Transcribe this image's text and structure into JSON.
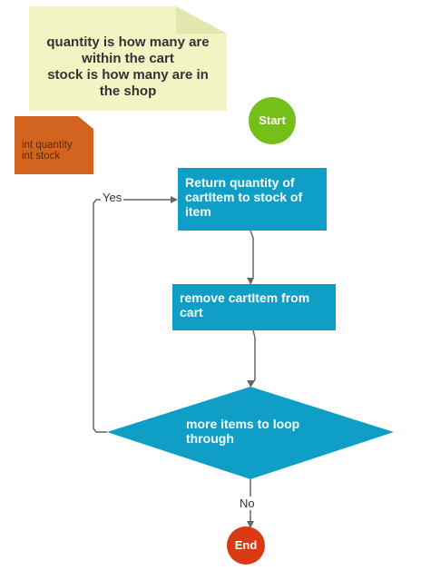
{
  "colors": {
    "note_fill": "#f2f5c3",
    "note_fold": "#e3e6ae",
    "vars_fill": "#d2641f",
    "vars_fold": "#b5541a",
    "process_fill": "#0e9ec6",
    "start_fill": "#74bf18",
    "end_fill": "#d93a12",
    "connector": "#666666"
  },
  "note": {
    "text": "quantity is how many are\nwithin the cart\nstock is how many are in\nthe shop"
  },
  "variables_note": {
    "text": "int quantity\nint stock"
  },
  "nodes": {
    "start": {
      "label": "Start"
    },
    "return_quantity": {
      "label": "Return quantity of cartItem to stock of item"
    },
    "remove_item": {
      "label": "remove cartItem from cart"
    },
    "more_items": {
      "label": "more items to loop through"
    },
    "end": {
      "label": "End"
    }
  },
  "edges": {
    "yes_label": "Yes",
    "no_label": "No"
  }
}
